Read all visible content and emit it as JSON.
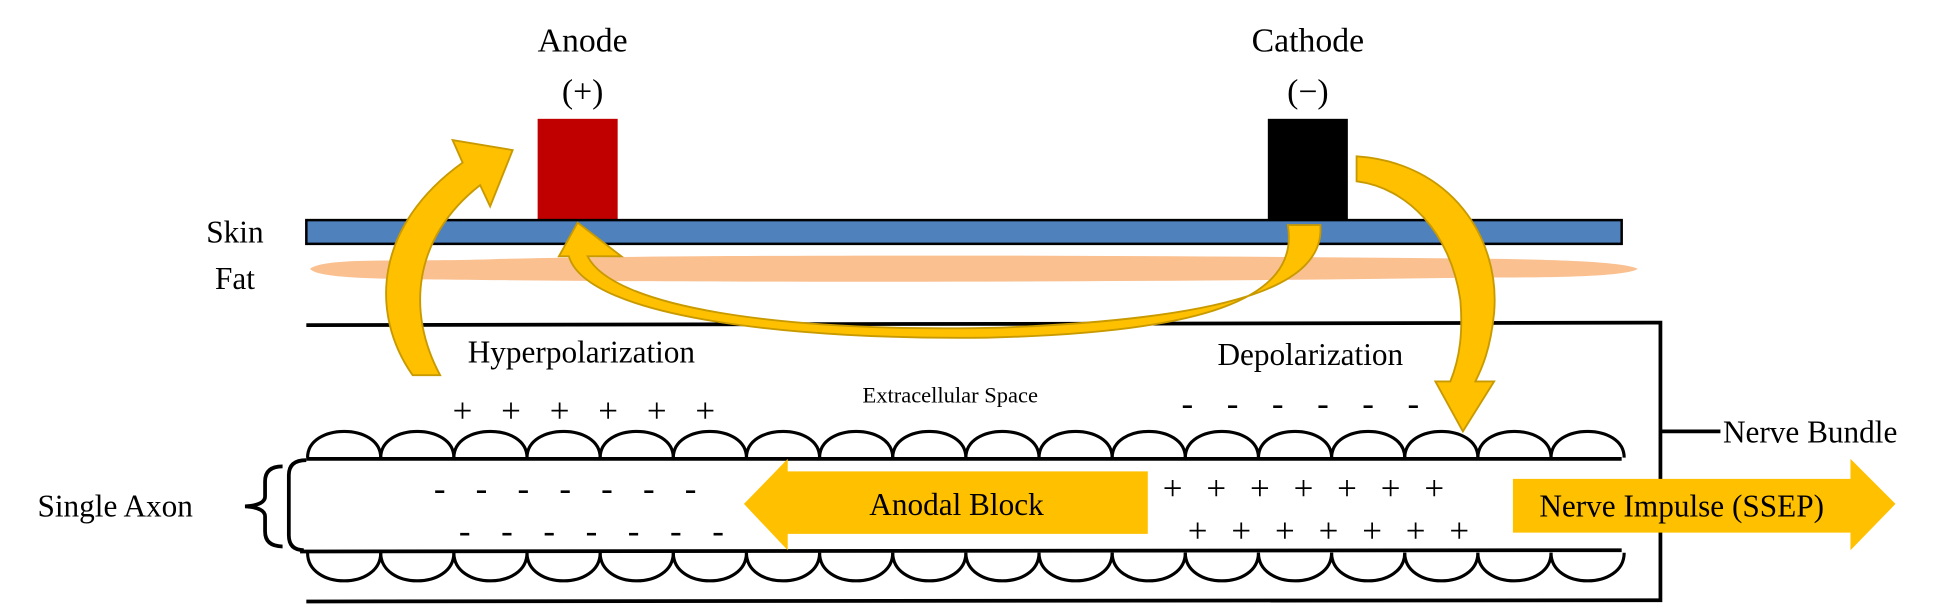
{
  "electrodes": {
    "anode": {
      "label": "Anode",
      "polarity": "(+)",
      "color": "#c00000"
    },
    "cathode": {
      "label": "Cathode",
      "polarity": "(−)",
      "color": "#000000"
    }
  },
  "layers": {
    "skin": {
      "label": "Skin",
      "color": "#4f81bd"
    },
    "fat": {
      "label": "Fat",
      "color": "#fac090"
    }
  },
  "regions": {
    "hyperpolarization": "Hyperpolarization",
    "depolarization": "Depolarization",
    "extracellular": "Extracellular Space",
    "nerve_bundle": "Nerve Bundle",
    "single_axon": "Single Axon"
  },
  "charges": {
    "hyper_outside": "+ + + + + +",
    "depol_outside": "- - - - - -",
    "hyper_inside_row1": "- - - - - - -",
    "hyper_inside_row2": "- - - - - - -",
    "depol_inside_row1": "+ + + + + + +",
    "depol_inside_row2": "+ + + + + + +"
  },
  "arrows": {
    "anodal_block": "Anodal Block",
    "nerve_impulse": "Nerve Impulse (SSEP)",
    "color": "#ffc000"
  }
}
